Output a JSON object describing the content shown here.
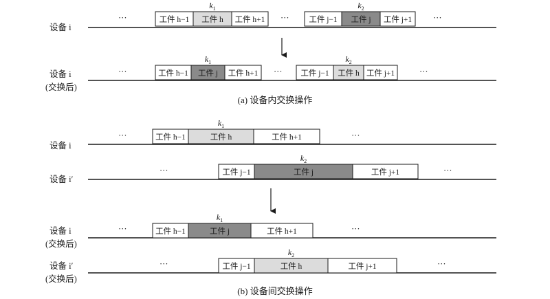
{
  "colors": {
    "light": "#dcdcdc",
    "dark": "#8a8a8a",
    "white": "#ffffff",
    "line": "#1a1a1a"
  },
  "part_a": {
    "caption": "(a) 设备内交换操作",
    "rows": [
      {
        "label": [
          "设备 i"
        ],
        "blocks": [
          {
            "text": "工件 h−1",
            "fill": "white"
          },
          {
            "text": "工件 h",
            "fill": "light",
            "marker": "k1"
          },
          {
            "text": "工件 h+1",
            "fill": "white"
          },
          {
            "text": "工件 j−1",
            "fill": "white"
          },
          {
            "text": "工件 j",
            "fill": "dark",
            "marker": "k2"
          },
          {
            "text": "工件 j+1",
            "fill": "white"
          }
        ],
        "dots": [
          "···",
          "···",
          "···"
        ]
      },
      {
        "label": [
          "设备 i",
          "(交换后)"
        ],
        "blocks": [
          {
            "text": "工件 h−1",
            "fill": "white"
          },
          {
            "text": "工件 j",
            "fill": "dark",
            "marker": "k1"
          },
          {
            "text": "工件 h+1",
            "fill": "white"
          },
          {
            "text": "工件 j−1",
            "fill": "white"
          },
          {
            "text": "工件 h",
            "fill": "light",
            "marker": "k2"
          },
          {
            "text": "工件 j+1",
            "fill": "white"
          }
        ],
        "dots": [
          "···",
          "···",
          "···"
        ]
      }
    ]
  },
  "part_b": {
    "caption": "(b) 设备间交换操作",
    "rows": [
      {
        "label": [
          "设备 i"
        ],
        "blocks": [
          {
            "text": "工件 h−1",
            "fill": "white"
          },
          {
            "text": "工件 h",
            "fill": "light",
            "marker": "k1"
          },
          {
            "text": "工件 h+1",
            "fill": "white"
          }
        ],
        "dots": [
          "···",
          "···"
        ]
      },
      {
        "label": [
          "设备 i′"
        ],
        "blocks": [
          {
            "text": "工件 j−1",
            "fill": "white"
          },
          {
            "text": "工件 j",
            "fill": "dark",
            "marker": "k2"
          },
          {
            "text": "工件 j+1",
            "fill": "white"
          }
        ],
        "dots": [
          "···",
          "···"
        ]
      },
      {
        "label": [
          "设备 i",
          "(交换后)"
        ],
        "blocks": [
          {
            "text": "工件 h−1",
            "fill": "white"
          },
          {
            "text": "工件 j",
            "fill": "dark",
            "marker": "k1"
          },
          {
            "text": "工件 h+1",
            "fill": "white"
          }
        ],
        "dots": [
          "···",
          "···"
        ]
      },
      {
        "label": [
          "设备 i′",
          "(交换后)"
        ],
        "blocks": [
          {
            "text": "工件 j−1",
            "fill": "white"
          },
          {
            "text": "工件 h",
            "fill": "light",
            "marker": "k2"
          },
          {
            "text": "工件 j+1",
            "fill": "white"
          }
        ],
        "dots": [
          "···",
          "···"
        ]
      }
    ]
  },
  "markers": {
    "k1": "k1",
    "k2": "k2"
  }
}
